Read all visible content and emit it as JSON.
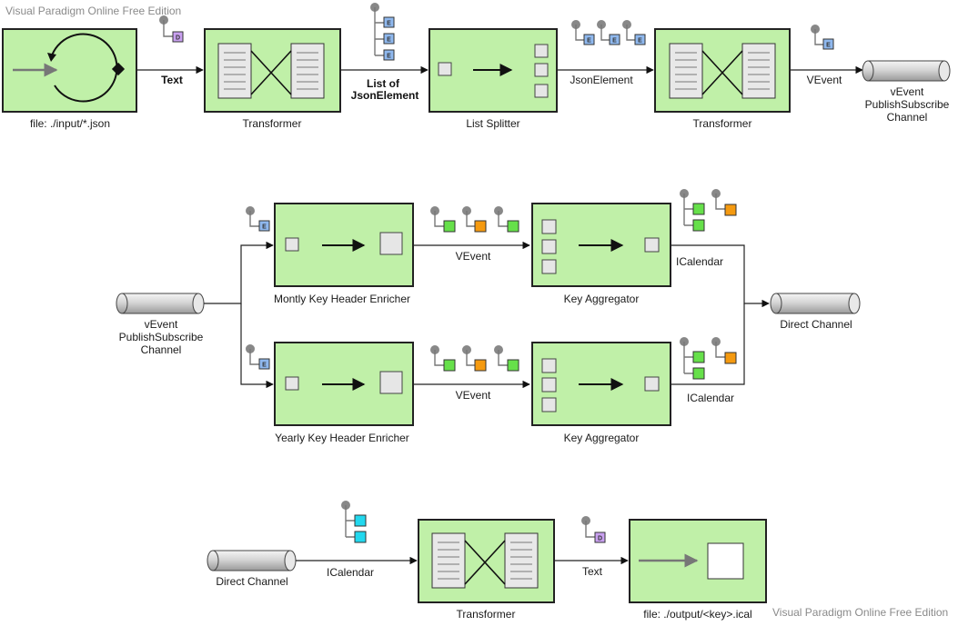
{
  "watermarks": {
    "top": "Visual Paradigm Online Free Edition",
    "bottom": "Visual Paradigm Online Free Edition"
  },
  "row1": {
    "inbound_file": "file: ./input/*.json",
    "edge_text": "Text",
    "transformer1": "Transformer",
    "edge_list_line1": "List of",
    "edge_list_line2": "JsonElement",
    "splitter": "List Splitter",
    "edge_json": "JsonElement",
    "transformer2": "Transformer",
    "edge_vevent": "VEvent",
    "channel_line1": "vEvent",
    "channel_line2": "PublishSubscribe",
    "channel_line3": "Channel"
  },
  "row2": {
    "channel_line1": "vEvent",
    "channel_line2": "PublishSubscribe",
    "channel_line3": "Channel",
    "enricher_top": "Montly Key Header Enricher",
    "enricher_bottom": "Yearly Key Header Enricher",
    "edge_vevent_top": "VEvent",
    "edge_vevent_bottom": "VEvent",
    "aggregator_top": "Key Aggregator",
    "aggregator_bottom": "Key Aggregator",
    "edge_icalendar_top": "ICalendar",
    "edge_icalendar_bottom": "ICalendar",
    "direct_channel": "Direct Channel"
  },
  "row3": {
    "direct_channel": "Direct Channel",
    "edge_icalendar": "ICalendar",
    "transformer": "Transformer",
    "edge_text": "Text",
    "outbound_file": "file: ./output/<key>.ical"
  },
  "badges": {
    "d": "D",
    "e": "E"
  },
  "colors": {
    "component_fill": "#c0f0a8",
    "msg_green": "#66e04a",
    "msg_orange": "#f59a10",
    "msg_cyan": "#22d8ee",
    "msg_blue": "#8fb8ee",
    "msg_purple": "#c9a0f0"
  }
}
